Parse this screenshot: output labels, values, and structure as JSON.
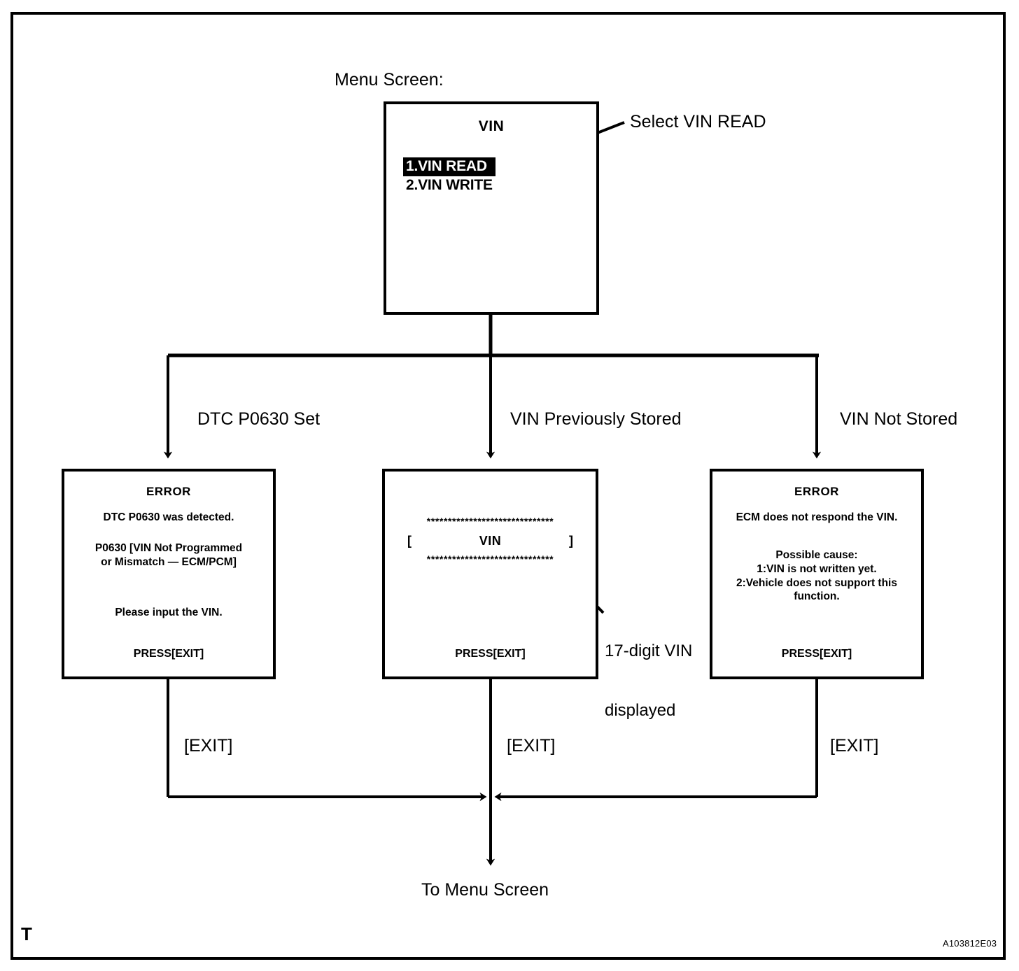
{
  "figure": {
    "corner_marker": "T",
    "figure_code": "A103812E03",
    "bottom_label": "To Menu Screen"
  },
  "menu_screen": {
    "caption": "Menu Screen:",
    "title": "VIN",
    "items": [
      {
        "label": "1.VIN READ",
        "selected": true
      },
      {
        "label": "2.VIN WRITE",
        "selected": false
      }
    ],
    "callout": "Select VIN READ"
  },
  "branches": [
    {
      "label": "DTC P0630 Set"
    },
    {
      "label": "VIN Previously Stored"
    },
    {
      "label": "VIN Not Stored"
    }
  ],
  "screens": {
    "error_dtc": {
      "title": "ERROR",
      "line_a": "DTC P0630 was detected.",
      "line_b_1": "P0630  [VIN Not Programmed",
      "line_b_2": "or Mismatch — ECM/PCM]",
      "line_c": "Please input the VIN.",
      "press": "PRESS[EXIT]"
    },
    "vin_display": {
      "stars": "******************************",
      "bracket_open": "[",
      "vin_word": "VIN",
      "bracket_close": "]",
      "press": "PRESS[EXIT]",
      "callout_line_1": "17-digit VIN",
      "callout_line_2": "displayed"
    },
    "error_no_response": {
      "title": "ERROR",
      "line_a": "ECM does not respond the VIN.",
      "line_b_1": "Possible cause:",
      "line_b_2": "1:VIN is not written yet.",
      "line_b_3": "2:Vehicle does not support this",
      "line_b_4": "function.",
      "press": "PRESS[EXIT]"
    }
  },
  "exit_labels": [
    {
      "label": "[EXIT]"
    },
    {
      "label": "[EXIT]"
    },
    {
      "label": "[EXIT]"
    }
  ],
  "colors": {
    "ink": "#000000",
    "paper": "#ffffff",
    "highlight_bg": "#000000",
    "highlight_fg": "#ffffff"
  }
}
